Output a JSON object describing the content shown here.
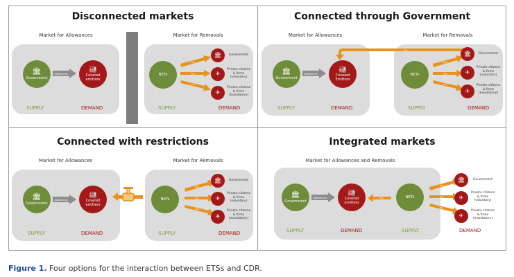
{
  "caption": {
    "figure_label": "Figure 1.",
    "text": "Four options for the interaction between ETSs and CDR."
  },
  "colors": {
    "supply_green": "#6e8c3a",
    "demand_red": "#a31919",
    "flow_orange": "#e8921e",
    "allowance_gray": "#8c8c8c",
    "panel_gray": "#dcdcdc",
    "caption_blue": "#1c4e9a"
  },
  "common": {
    "government": "Government",
    "covered_emitters": "Covered emitters",
    "covered_emitters_cap": "Covered Emitters",
    "allowances": "Allowances",
    "rus": "RUs",
    "nets": "NETs",
    "supply": "SUPPLY",
    "demand": "DEMAND",
    "buyer_government": "Government",
    "buyer_voluntary": "Private citizens & firms (voluntary)",
    "buyer_mandatory": "Private citizens & firms (mandatory)"
  },
  "quadrants": [
    {
      "title": "Disconnected markets",
      "left_market": "Market for Allowances",
      "right_market": "Market for Removals"
    },
    {
      "title": "Connected through Government",
      "left_market": "Market for Allowances",
      "right_market": "Market for Removals"
    },
    {
      "title": "Connected with restrictions",
      "left_market": "Market for Allowances",
      "right_market": "Market for Removals"
    },
    {
      "title": "Integrated markets",
      "market": "Market for Allowances and Removals"
    }
  ]
}
